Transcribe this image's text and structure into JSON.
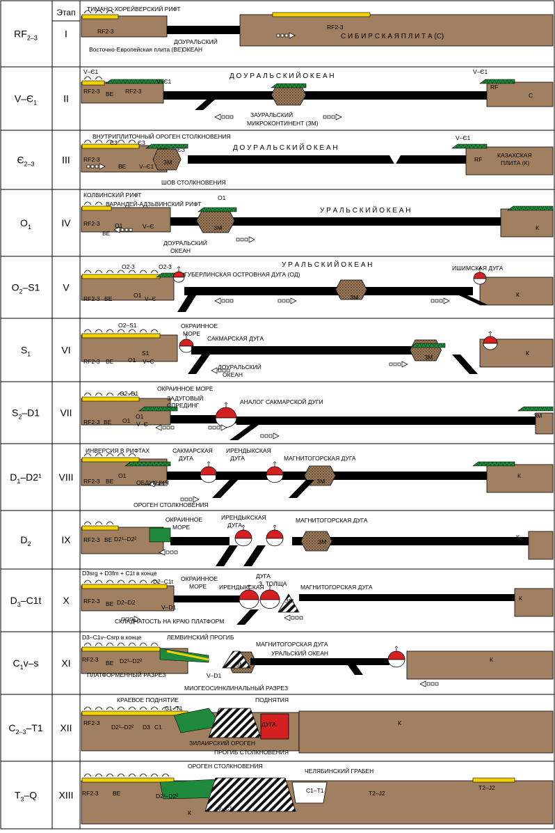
{
  "header": {
    "stage_label": "Этап"
  },
  "rows": [
    {
      "roman": "I",
      "age_main": "RF",
      "age_sub": "2–3",
      "age_tail": "",
      "labels": [
        "ТИМАНО-ХОРЕЙВЕРСКИЙ РИФТ",
        "RF2-3",
        "Восточно-Европейская плита (ВЕ)",
        "ДОУРАЛЬСКИЙ",
        "ОКЕАН",
        "RF2-3",
        "С И Б И Р С К А Я   П Л И Т А   (С)"
      ]
    },
    {
      "roman": "II",
      "age_main": "V–Є",
      "age_sub": "1",
      "age_tail": "",
      "labels": [
        "V–Є1",
        "RF2-3",
        "ВЕ",
        "RF2-3",
        "V–Є1",
        "Д О У Р А Л Ь С К И Й   О К Е А Н",
        "ЗАУРАЛЬСКИЙ",
        "МИКРОКОНТИНЕНТ (ЗМ)",
        "V–Є1",
        "RF",
        "С"
      ]
    },
    {
      "roman": "III",
      "age_main": "Є",
      "age_sub": "2–3",
      "age_tail": "",
      "labels": [
        "ВНУТРИПЛИТОЧНЫЙ ОРОГЕН СТОЛКНОВЕНИЯ",
        "Є3",
        "Є3",
        "RF2-3",
        "ВЕ",
        "V–Є1",
        "ЗМ",
        "Є3",
        "Д О У Р А Л Ь С К И Й   О К Е А Н",
        "V–Є1",
        "RF",
        "КАЗАХСКАЯ",
        "ПЛИТА (К)",
        "ШОВ СТОЛКНОВЕНИЯ"
      ]
    },
    {
      "roman": "IV",
      "age_main": "O",
      "age_sub": "1",
      "age_tail": "",
      "labels": [
        "КОЛВИНСКИЙ РИФТ",
        "ВАРАНДЕЙ-АДЗЬВИНСКИЙ РИФТ",
        "O1",
        "RF2-3",
        "O1",
        "ВЕ",
        "V–Є",
        "ЗМ",
        "У Р А Л Ь С К И Й   О К Е А Н",
        "ДОУРАЛЬСКИЙ",
        "ОКЕАН",
        "К"
      ]
    },
    {
      "roman": "V",
      "age_main": "O",
      "age_sub": "2",
      "age_tail": "–S1",
      "labels": [
        "O2-3",
        "O2-3",
        "ГУБЕРЛИНСКАЯ ОСТРОВНАЯ ДУГА (ОД)",
        "У Р А Л Ь С К И Й   О К Е А Н",
        "ИШИМСКАЯ ДУГА",
        "RF2-3",
        "ВЕ",
        "O1",
        "V–Є",
        "ЗМ",
        "К"
      ]
    },
    {
      "roman": "VI",
      "age_main": "S",
      "age_sub": "1",
      "age_tail": "",
      "labels": [
        "O2–S1",
        "ОКРАИННОЕ",
        "МОРЕ",
        "САКМАРСКАЯ ДУГА",
        "RF2-3",
        "ВЕ",
        "O1",
        "S1",
        "V–Є",
        "ДОУРАЛЬСКИЙ",
        "ОКЕАН",
        "ЗМ",
        "К"
      ]
    },
    {
      "roman": "VII",
      "age_main": "S",
      "age_sub": "2",
      "age_tail": "–D1",
      "labels": [
        "O2–D1",
        "ОКРАИННОЕ МОРЕ",
        "ЗАДУГОВЫЙ",
        "СПРЕДИНГ",
        "АНАЛОГ САКМАРСКОЙ ДУГИ",
        "RF2-3",
        "ВЕ",
        "O1",
        "O1",
        "V–Є",
        "ЗМ"
      ]
    },
    {
      "roman": "VIII",
      "age_main": "D",
      "age_sub": "1",
      "age_tail": "–D2¹",
      "labels": [
        "ИНВЕРСИЯ В РИФТАХ",
        "САКМАРСКАЯ",
        "ДУГА",
        "ИРЕНДЫКСКАЯ",
        "ДУГА",
        "МАГНИТОГОРСКАЯ ДУГА",
        "RF2-3",
        "ВЕ",
        "O1",
        "ОБДУКЦИЯ",
        "ЗМ",
        "ОРОГЕН СТОЛКНОВЕНИЯ",
        "К"
      ]
    },
    {
      "roman": "IX",
      "age_main": "D",
      "age_sub": "2",
      "age_tail": "",
      "labels": [
        "ОКРАИННОЕ",
        "МОРЕ",
        "ИРЕНДЫКСКАЯ",
        "ДУГА",
        "МАГНИТОГОРСКАЯ ДУГА",
        "RF2-3",
        "ВЕ",
        "D2¹–D2²",
        "ЗМ",
        "К"
      ]
    },
    {
      "roman": "X",
      "age_main": "D",
      "age_sub": "3",
      "age_tail": "–C1t",
      "labels": [
        "D3srg + D3fm + C1t в конце",
        "D2–C1t",
        "ОКРАИННОЕ",
        "МОРЕ",
        "ИРЕНДЫКСКАЯ",
        "ДУГА",
        "З. ТОЛЩА",
        "МАГНИТОГОРСКАЯ ДУГА",
        "RF2-3",
        "ВЕ",
        "D2–D2",
        "V–D1",
        "ЗМ",
        "К",
        "СКЛАДЧАТОСТЬ НА КРАЮ ПЛАТФОРМ"
      ]
    },
    {
      "roman": "XI",
      "age_main": "C",
      "age_sub": "1",
      "age_tail": "v–s",
      "labels": [
        "D3–C1v–Csrp в конце",
        "ЛЕМВИНСКИЙ ПРОГИБ",
        "МАГНИТОГОРСКАЯ ДУГА",
        "УРАЛЬСКИЙ ОКЕАН",
        "RF2-3",
        "ВЕ",
        "D2¹–D2²",
        "ЗМ",
        "ПЛАТФОРМЕННЫЙ РАЗРЕЗ",
        "V–D1",
        "К",
        "МИОГЕОСИНКЛИНАЛЬНЫЙ РАЗРЕЗ"
      ]
    },
    {
      "roman": "XII",
      "age_main": "C",
      "age_sub": "2–3",
      "age_tail": "–T1",
      "labels": [
        "КРАЕВОЕ ПОДНЯТИЕ",
        "C1–T1",
        "ПОДНЯТИЯ",
        "RF2-3",
        "D2¹–D2²",
        "D3",
        "C1",
        "ДУГА",
        "К",
        "ЗИЛАИРСКИЙ ОРОГЕН",
        "ПРОГИБ СТОЛКНОВЕНИЯ"
      ]
    },
    {
      "roman": "XIII",
      "age_main": "T",
      "age_sub": "3",
      "age_tail": "–Q",
      "labels": [
        "ОРОГЕН СТОЛКНОВЕНИЯ",
        "ЧЕЛЯБИНСКИЙ ГРАБЕН",
        "T2–J2",
        "RF2-3",
        "ВЕ",
        "D2¹–D2²",
        "C1–T1",
        "T2–J2",
        "К",
        "V–C1t"
      ]
    }
  ],
  "colors": {
    "crust": "#a08060",
    "ocean": "#000000",
    "sediment": "#f2d200",
    "green": "#1f8a3c",
    "arc": "#d42020",
    "micro": "#9b7b5b",
    "line": "#000000"
  }
}
